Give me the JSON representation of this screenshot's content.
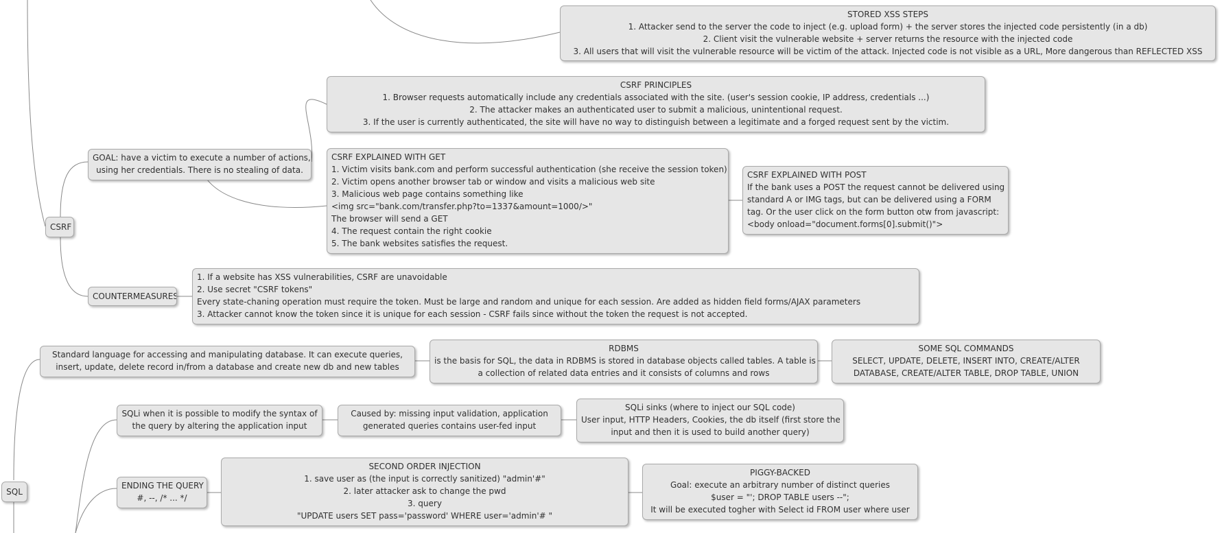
{
  "colors": {
    "node_fill": "#e6e6e6",
    "node_border": "#a9a9a9",
    "link": "#888888",
    "text": "#303030"
  },
  "topics": {
    "csrf": {
      "label": "CSRF"
    },
    "sql": {
      "label": "SQL"
    }
  },
  "nodes": {
    "stored_xss": {
      "title": "STORED XSS STEPS",
      "lines": [
        "1. Attacker send to the server the code to inject (e.g. upload form) +  the server stores the injected code persistently (in a db)",
        "2. Client visit the vulnerable website + server returns the resource with the injected code",
        "3. All users that will visit the vulnerable resource will be victim of the attack. Injected code is not visible as a URL, More dangerous than REFLECTED XSS"
      ]
    },
    "csrf_goal": {
      "lines": [
        "GOAL: have a victim to execute a number of actions,",
        "using her credentials. There is no stealing of data."
      ]
    },
    "csrf_principles": {
      "title": "CSRF PRINCIPLES",
      "lines": [
        "1. Browser requests automatically include any credentials associated with the site. (user's session cookie, IP address, credentials ...)",
        "2. The attacker makes an authenticated user to submit a malicious, unintentional request.",
        "3. If the user is currently authenticated, the site will have no way to distinguish between a legitimate and a forged request sent by the victim."
      ]
    },
    "csrf_get": {
      "lines": [
        "CSRF EXPLAINED WITH GET",
        "1. Victim visits bank.com and perform successful authentication (she receive the session token)",
        "2. Victim opens another browser tab or window and visits a malicious web site",
        "3. Malicious web page contains something like",
        "<img src=\"bank.com/transfer.php?to=1337&amount=1000/>\"",
        "The browser will send a GET",
        "4. The request contain the right cookie",
        "5. The bank websites satisfies the request."
      ]
    },
    "csrf_post": {
      "lines": [
        "CSRF EXPLAINED WITH POST",
        "If the bank uses a POST the request cannot be delivered using",
        "standard A or IMG tags, but can be delivered using a FORM",
        "tag. Or the user click on the form button otw from javascript:",
        "<body onload=\"document.forms[0].submit()\">"
      ]
    },
    "countermeasures": {
      "label": "COUNTERMEASURES"
    },
    "countermeasures_detail": {
      "lines": [
        "1. If a website has XSS vulnerabilities, CSRF are unavoidable",
        "2. Use secret \"CSRF tokens\"",
        "Every state-chaning operation must require the token. Must be large and random and unique for each session. Are added as hidden field forms/AJAX parameters",
        "3. Attacker cannot know the token since it is unique for each session - CSRF fails since without the token the request is not accepted."
      ]
    },
    "sql_standard": {
      "lines": [
        "Standard language for accessing and manipulating database. It can execute queries,",
        "insert, update, delete record in/from a database and create new db and new tables"
      ]
    },
    "rdbms": {
      "title": "RDBMS",
      "lines": [
        "is the basis for SQL, the data in RDBMS is stored in database objects called tables. A table is",
        "a collection of related data entries and it consists of columns and rows"
      ]
    },
    "sql_commands": {
      "title": "SOME SQL COMMANDS",
      "lines": [
        "SELECT, UPDATE, DELETE, INSERT INTO, CREATE/ALTER",
        "DATABASE, CREATE/ALTER TABLE, DROP TABLE, UNION"
      ]
    },
    "sqli_def": {
      "lines": [
        "SQLi when it is possible to modify the syntax of",
        "the query by altering the application input"
      ]
    },
    "caused_by": {
      "lines": [
        "Caused by: missing input validation, application",
        "generated queries contains user-fed input"
      ]
    },
    "sqli_sinks": {
      "title": "SQLi sinks (where to inject our SQL code)",
      "lines": [
        "User input, HTTP Headers, Cookies, the db itself (first store the",
        "input and then it is used to build another query)"
      ]
    },
    "ending_query": {
      "lines": [
        "ENDING THE QUERY",
        "#, --, /* ... */"
      ]
    },
    "second_order": {
      "title": "SECOND ORDER INJECTION",
      "lines": [
        "1. save user as (the input is correctly sanitized) \"admin'#\"",
        "2. later attacker ask to change the pwd",
        "3. query",
        "\"UPDATE users SET pass='password' WHERE user='admin'# \""
      ]
    },
    "piggy_backed": {
      "title": "PIGGY-BACKED",
      "lines": [
        "Goal: execute an arbitrary number of distinct queries",
        "$user = \"'; DROP TABLE users --\";",
        "It will be executed togher with Select id FROM user where user"
      ]
    }
  }
}
